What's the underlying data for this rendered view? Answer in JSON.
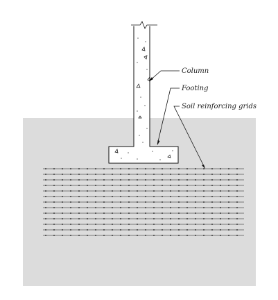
{
  "labels": {
    "column": "Column",
    "footing": "Footing",
    "grids": "Soil reinforcing grids"
  },
  "colors": {
    "soil": "#dcdcdc",
    "concrete": "#ffffff",
    "line": "#111111"
  },
  "grid": {
    "layer_count": 13
  },
  "icons": {
    "break_symbol": "break-line-icon",
    "aggregate_marks": "concrete-aggregate-icon"
  }
}
